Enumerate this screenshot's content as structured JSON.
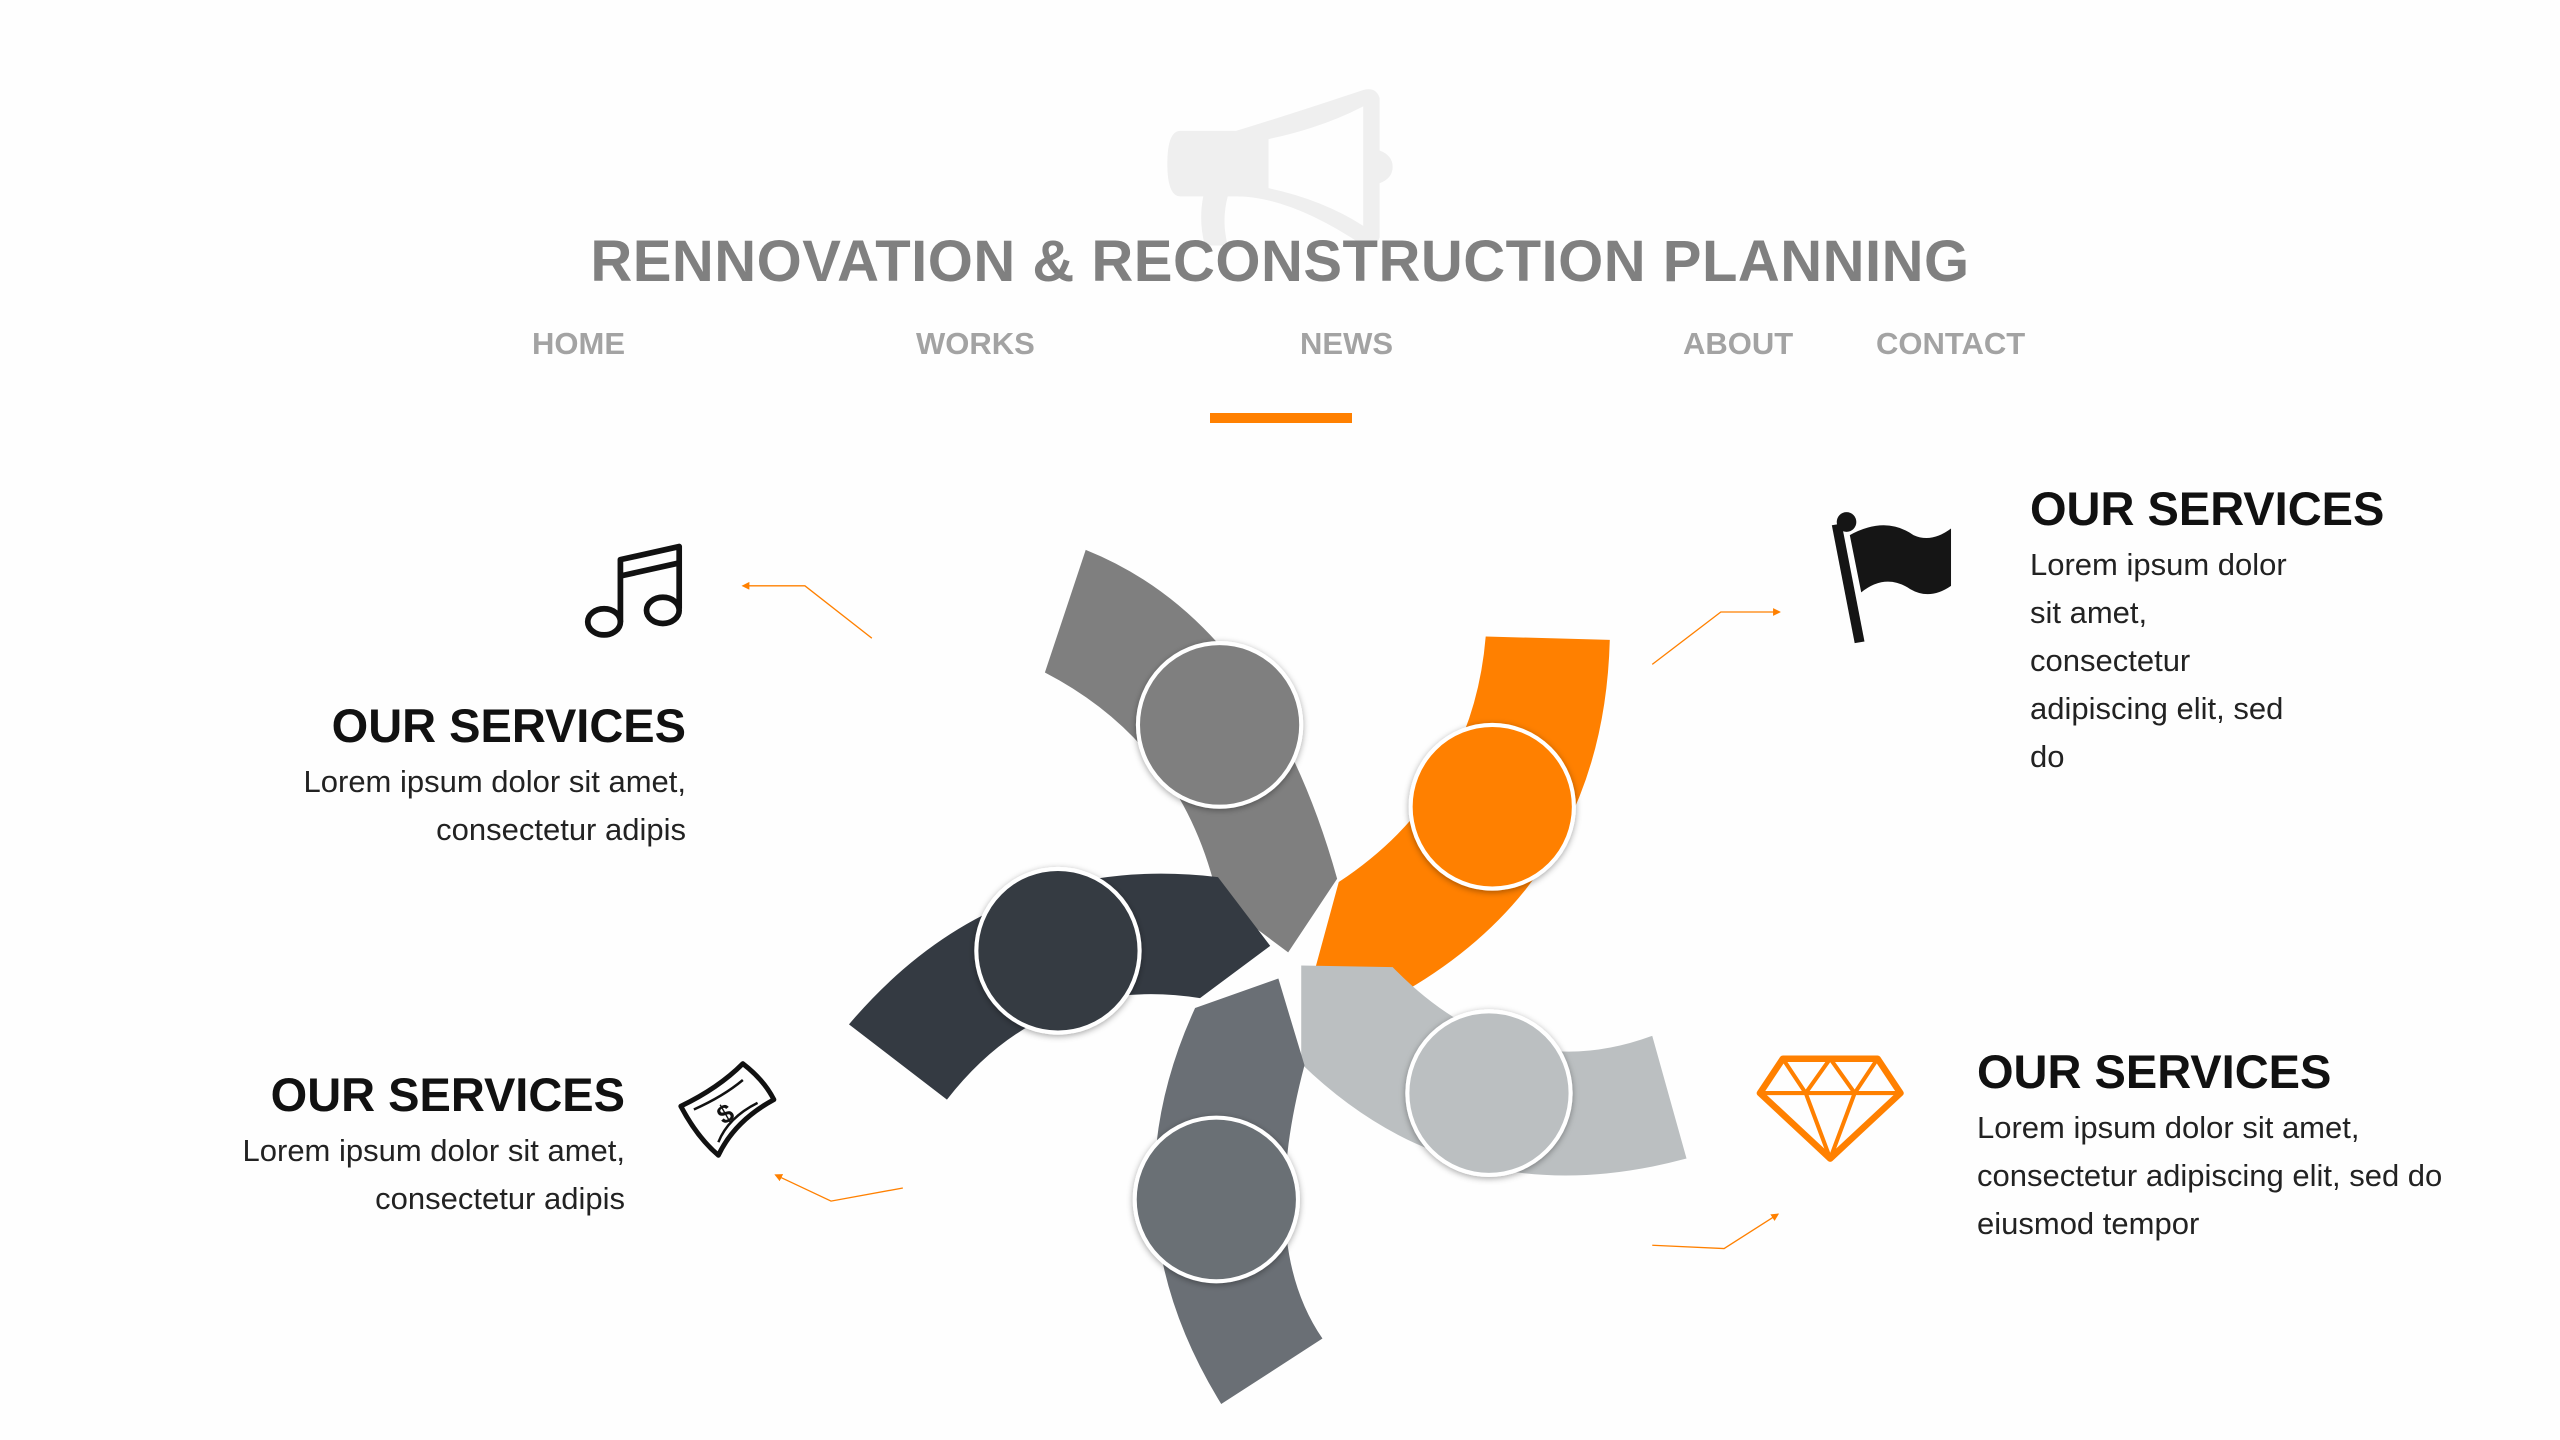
{
  "header": {
    "title": "RENNOVATION & RECONSTRUCTION PLANNING",
    "watermark_icon": "megaphone-icon"
  },
  "nav": {
    "items": [
      "HOME",
      "WORKS",
      "NEWS",
      "ABOUT",
      "CONTACT"
    ],
    "active_index": 2
  },
  "colors": {
    "accent": "#ff8000",
    "arm_gray": "#7f7f7f",
    "arm_dark": "#343a42",
    "arm_slate": "#6a6f75",
    "arm_light": "#bbbfc1",
    "title": "#808080",
    "nav": "#a3a3a3"
  },
  "services": [
    {
      "icon": "music-note-icon",
      "heading": "OUR SERVICES",
      "lines": [
        "Lorem ipsum dolor sit amet,",
        "consectetur adipis"
      ]
    },
    {
      "icon": "flag-icon",
      "heading": "OUR SERVICES",
      "lines": [
        "Lorem ipsum dolor",
        "sit amet,",
        "consectetur",
        "adipiscing elit, sed",
        "do"
      ]
    },
    {
      "icon": "money-icon",
      "heading": "OUR SERVICES",
      "lines": [
        "Lorem ipsum dolor sit amet,",
        "consectetur adipis"
      ]
    },
    {
      "icon": "diamond-icon",
      "heading": "OUR SERVICES",
      "lines": [
        "Lorem ipsum dolor sit amet,",
        "consectetur adipiscing elit, sed do",
        "eiusmod tempor"
      ]
    }
  ]
}
